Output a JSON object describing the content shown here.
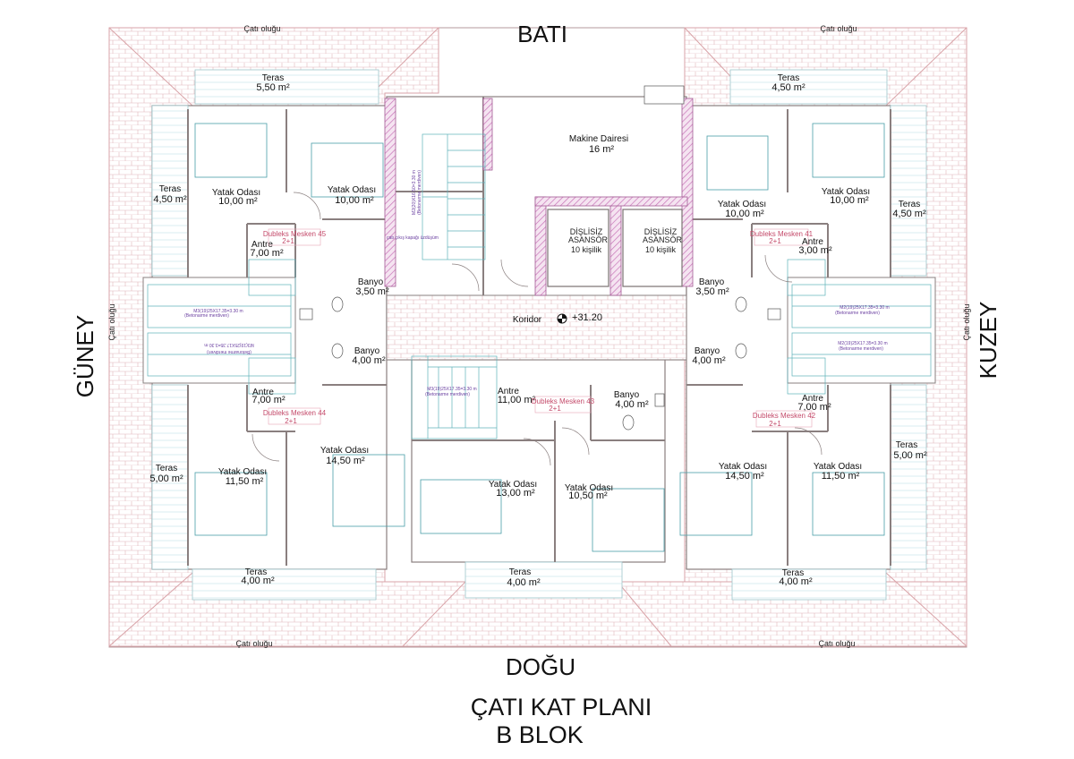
{
  "compass": {
    "top": "BATI",
    "bottom": "DOĞU",
    "left": "GÜNEY",
    "right": "KUZEY"
  },
  "title": {
    "line1": "ÇATI KAT PLANI",
    "line2": "B BLOK"
  },
  "gutter_label": "Çatı oluğu",
  "elevation": "+31.20",
  "rooms": {
    "teras_tl": {
      "name": "Teras",
      "area": "5,50 m²"
    },
    "teras_tr": {
      "name": "Teras",
      "area": "4,50 m²"
    },
    "teras_l1": {
      "name": "Teras",
      "area": "4,50 m²"
    },
    "teras_r1": {
      "name": "Teras",
      "area": "4,50 m²"
    },
    "teras_l2": {
      "name": "Teras",
      "area": "5,00 m²"
    },
    "teras_r2": {
      "name": "Teras",
      "area": "5,00 m²"
    },
    "teras_bl": {
      "name": "Teras",
      "area": "4,00 m²"
    },
    "teras_bc": {
      "name": "Teras",
      "area": "4,00 m²"
    },
    "teras_br": {
      "name": "Teras",
      "area": "4,00 m²"
    },
    "yatak_tl1": {
      "name": "Yatak Odası",
      "area": "10,00 m²"
    },
    "yatak_tl2": {
      "name": "Yatak Odası",
      "area": "10,00 m²"
    },
    "yatak_tr1": {
      "name": "Yatak Odası",
      "area": "10,00 m²"
    },
    "yatak_tr2": {
      "name": "Yatak Odası",
      "area": "10,00 m²"
    },
    "yatak_bl1": {
      "name": "Yatak Odası",
      "area": "11,50 m²"
    },
    "yatak_bl2": {
      "name": "Yatak Odası",
      "area": "14,50 m²"
    },
    "yatak_bc1": {
      "name": "Yatak Odası",
      "area": "13,00 m²"
    },
    "yatak_bc2": {
      "name": "Yatak Odası",
      "area": "10,50 m²"
    },
    "yatak_br1": {
      "name": "Yatak Odası",
      "area": "14,50 m²"
    },
    "yatak_br2": {
      "name": "Yatak Odası",
      "area": "11,50 m²"
    },
    "antre_tl": {
      "name": "Antre",
      "area": "7,00 m²"
    },
    "antre_bl": {
      "name": "Antre",
      "area": "7,00 m²"
    },
    "antre_tr": {
      "name": "Antre",
      "area": "3,00 m²"
    },
    "antre_br": {
      "name": "Antre",
      "area": "7,00 m²"
    },
    "antre_c": {
      "name": "Antre",
      "area": "11,00 m²"
    },
    "banyo_tl": {
      "name": "Banyo",
      "area": "3,50 m²"
    },
    "banyo_bl": {
      "name": "Banyo",
      "area": "4,00 m²"
    },
    "banyo_tr": {
      "name": "Banyo",
      "area": "3,50 m²"
    },
    "banyo_br": {
      "name": "Banyo",
      "area": "4,00 m²"
    },
    "banyo_c": {
      "name": "Banyo",
      "area": "4,00 m²"
    },
    "makine": {
      "name": "Makine Dairesi",
      "area": "16 m²"
    },
    "koridor": {
      "name": "Koridor"
    },
    "asansor1": {
      "l1": "DİŞLİSİZ",
      "l2": "ASANSÖR",
      "l3": "10 kişilik"
    },
    "asansor2": {
      "l1": "DİŞLİSİZ",
      "l2": "ASANSÖR",
      "l3": "10 kişilik"
    }
  },
  "mesken": {
    "m45": {
      "name": "Dubleks Mesken 45",
      "type": "2+1"
    },
    "m44": {
      "name": "Dubleks Mesken 44",
      "type": "2+1"
    },
    "m43": {
      "name": "Dubleks Mesken 43",
      "type": "2+1"
    },
    "m41": {
      "name": "Dubleks Mesken 41",
      "type": "2+1"
    },
    "m42": {
      "name": "Dubleks Mesken 42",
      "type": "2+1"
    }
  },
  "stairs": {
    "main": "çatı çıkış kapağı üzdüşüm",
    "main_spec": "M2(20)X16.50=3.30 m",
    "main_note": "(Betonarme merdiven)",
    "spec": "M3(19)25X17.35=3.30 m",
    "spec_alt": "M2(19)25X17.35=3.30 m",
    "note": "(Betonarme merdiven)"
  },
  "colors": {
    "roof": "#d9a3a8",
    "wall": "#8a7f7f",
    "hatch": "#c873b8",
    "fixture": "#4a9ea8",
    "mesken": "#c44a6a"
  }
}
